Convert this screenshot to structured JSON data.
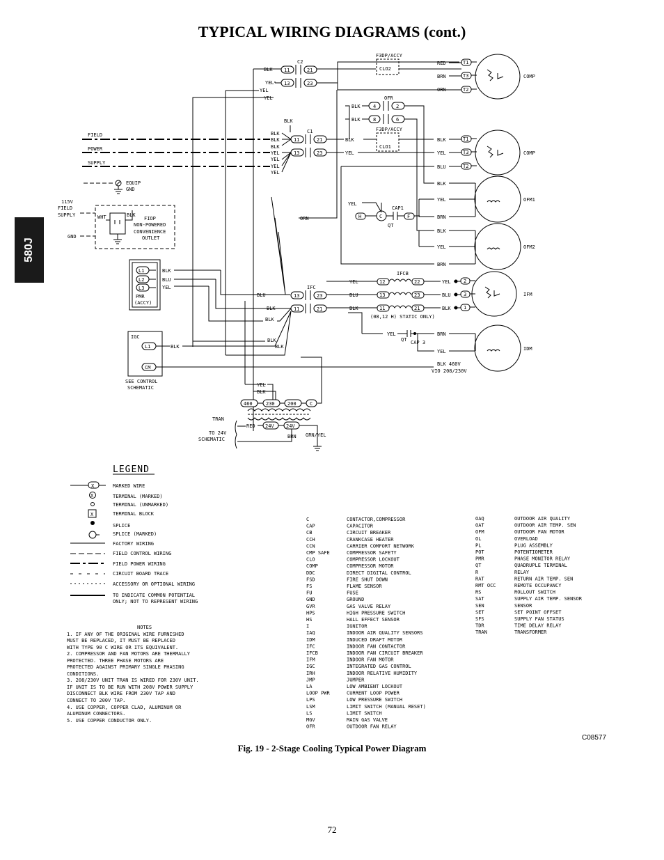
{
  "title": "TYPICAL WIRING DIAGRAMS (cont.)",
  "side_tab": "580J",
  "caption": "Fig. 19 - 2-Stage Cooling Typical Power Diagram",
  "fig_code": "C08577",
  "page_number": "72",
  "diagram": {
    "components": {
      "comp1": "COMP",
      "comp2": "COMP",
      "ofm1": "OFM1",
      "ofm2": "OFM2",
      "ifm": "IFM",
      "idm": "IDM",
      "c2": "C2",
      "c1": "C1",
      "clo2": "CLO2",
      "clo1": "CLO1",
      "ofr": "OFR",
      "cap1": "CAP1",
      "qt": "QT",
      "ifcb": "IFCB",
      "ifc": "IFC",
      "cap3": "CAP 3",
      "igc": "IGC",
      "tran": "TRAN",
      "f3dp": "F3DP/ACCY"
    },
    "field_power": [
      "FIELD",
      "POWER",
      "SUPPLY"
    ],
    "equip_gnd": [
      "EQUIP",
      "GND"
    ],
    "supply_115v": [
      "115V",
      "FIELD",
      "SUPPLY"
    ],
    "gnd": "GND",
    "wht": "WHT",
    "blk_label": "BLK",
    "fiop": [
      "FIOP",
      "NON-POWERED",
      "CONVENIENCE",
      "OUTLET"
    ],
    "pmr": [
      "PMR",
      "(ACCY)"
    ],
    "pmr_terms": [
      "L1",
      "L2",
      "L3"
    ],
    "igc_terms": [
      "L1",
      "CM"
    ],
    "see_control": [
      "SEE CONTROL",
      "SCHEMATIC"
    ],
    "to_24v": [
      "TO 24V",
      "SCHEMATIC"
    ],
    "static_note": "(08,12 H) STATIC ONLY)",
    "blk460": "BLK 460V",
    "vio": "VIO 208/230V",
    "tran_terms": [
      "460",
      "230",
      "200",
      "C"
    ],
    "terms_24v": [
      "24V",
      "24V"
    ],
    "wire_labels": {
      "blk": "BLK",
      "yel": "YEL",
      "red": "RED",
      "brn": "BRN",
      "orn": "ORN",
      "blu": "BLU",
      "grn_yel": "GRN/YEL"
    },
    "terminal_numbers": {
      "t11": "11",
      "t21": "21",
      "t13": "13",
      "t23": "23",
      "t4": "4",
      "t2": "2",
      "t8": "8",
      "t6": "6",
      "t12": "12",
      "t22": "22",
      "tT1": "T1",
      "tT2": "T2",
      "tT3": "T3",
      "tH": "H",
      "tC": "C",
      "tF": "F",
      "t1": "1",
      "t3": "3"
    }
  },
  "legend": {
    "title": "LEGEND",
    "items": [
      "MARKED WIRE",
      "TERMINAL (MARKED)",
      "TERMINAL (UNMARKED)",
      "TERMINAL BLOCK",
      "SPLICE",
      "SPLICE (MARKED)",
      "FACTORY WIRING",
      "FIELD CONTROL WIRING",
      "FIELD POWER WIRING",
      "CIRCUIT BOARD TRACE",
      "ACCESSORY OR OPTIONAL WIRING",
      "TO INDICATE COMMON POTENTIAL",
      "ONLY; NOT TO REPRESENT WIRING"
    ],
    "marker": "X"
  },
  "notes": {
    "title": "NOTES",
    "lines": [
      "1. IF ANY OF THE ORIGINAL WIRE FURNISHED",
      "   MUST BE REPLACED, IT MUST BE REPLACED",
      "   WITH TYPE 90 C WIRE OR ITS EQUIVALENT.",
      "2. COMPRESSOR AND FAN MOTORS ARE THERMALLY",
      "   PROTECTED. THREE PHASE MOTORS ARE",
      "   PROTECTED AGAINST PRIMARY SINGLE PHASING",
      "   CONDITIONS.",
      "3. 208/230V UNIT TRAN IS WIRED FOR 230V UNIT.",
      "   IF UNIT IS TO BE RUN WITH 208V POWER SUPPLY",
      "   DISCONNECT BLK WIRE FROM 230V TAP  AND",
      "   CONNECT TO 200V TAP.",
      "4. USE COPPER, COPPER CLAD, ALUMINUM OR",
      "     ALUMINUM CONNECTORS.",
      "5. USE COPPER CONDUCTOR ONLY."
    ]
  },
  "abbreviations_left": [
    [
      "C",
      "CONTACTOR,COMPRESSOR"
    ],
    [
      "CAP",
      "CAPACITOR"
    ],
    [
      "CB",
      "CIRCUIT BREAKER"
    ],
    [
      "CCH",
      "CRANKCASE HEATER"
    ],
    [
      "CCN",
      "CARRIER COMFORT NETWORK"
    ],
    [
      "CMP SAFE",
      "COMPRESSOR SAFETY"
    ],
    [
      "CLO",
      "COMPRESSOR LOCKOUT"
    ],
    [
      "COMP",
      "COMPRESSOR MOTOR"
    ],
    [
      "DDC",
      "DIRECT DIGITAL CONTROL"
    ],
    [
      "FSD",
      "FIRE SHUT DOWN"
    ],
    [
      "FS",
      "FLAME SENSOR"
    ],
    [
      "FU",
      "FUSE"
    ],
    [
      "GND",
      "GROUND"
    ],
    [
      "GVR",
      "GAS VALVE RELAY"
    ],
    [
      "HPS",
      "HIGH PRESSURE SWITCH"
    ],
    [
      "HS",
      "HALL EFFECT SENSOR"
    ],
    [
      "I",
      "IGNITOR"
    ],
    [
      "IAQ",
      "INDOOR AIR QUALITY SENSORS"
    ],
    [
      "IDM",
      "INDUCED DRAFT MOTOR"
    ],
    [
      "IFC",
      "INDOOR FAN CONTACTOR"
    ],
    [
      "IFCB",
      "INDOOR FAN CIRCUIT BREAKER"
    ],
    [
      "IFM",
      "INDOOR FAN MOTOR"
    ],
    [
      "IGC",
      "INTEGRATED GAS CONTROL"
    ],
    [
      "IRH",
      "INDOOR RELATIVE HUMIDITY"
    ],
    [
      "JMP",
      "JUMPER"
    ],
    [
      "LA",
      "LOW AMBIENT LOCKOUT"
    ],
    [
      "LOOP PWR",
      "CURRENT LOOP POWER"
    ],
    [
      "LPS",
      "LOW PRESSURE SWITCH"
    ],
    [
      "LSM",
      "LIMIT SWITCH (MANUAL RESET)"
    ],
    [
      "LS",
      "LIMIT SWITCH"
    ],
    [
      "MGV",
      "MAIN GAS VALVE"
    ],
    [
      "OFR",
      "OUTDOOR FAN RELAY"
    ]
  ],
  "abbreviations_right": [
    [
      "OAQ",
      "OUTDOOR AIR QUALITY"
    ],
    [
      "OAT",
      "OUTDOOR AIR TEMP. SEN"
    ],
    [
      "OFM",
      "OUTDOOR FAN MOTOR"
    ],
    [
      "OL",
      "OVERLOAD"
    ],
    [
      "PL",
      "PLUG ASSEMBLY"
    ],
    [
      "POT",
      "POTENTIOMETER"
    ],
    [
      "PMR",
      "PHASE MONITOR RELAY"
    ],
    [
      "QT",
      "QUADRUPLE TERMINAL"
    ],
    [
      "R",
      "RELAY"
    ],
    [
      "RAT",
      "RETURN AIR TEMP. SEN"
    ],
    [
      "RMT OCC",
      "REMOTE OCCUPANCY"
    ],
    [
      "RS",
      "ROLLOUT SWITCH"
    ],
    [
      "SAT",
      "SUPPLY AIR TEMP. SENSOR"
    ],
    [
      "SEN",
      "SENSOR"
    ],
    [
      "SET",
      "SET POINT OFFSET"
    ],
    [
      "SFS",
      "SUPPLY FAN STATUS"
    ],
    [
      "TDR",
      "TIME DELAY RELAY"
    ],
    [
      "TRAN",
      "TRANSFORMER"
    ]
  ]
}
